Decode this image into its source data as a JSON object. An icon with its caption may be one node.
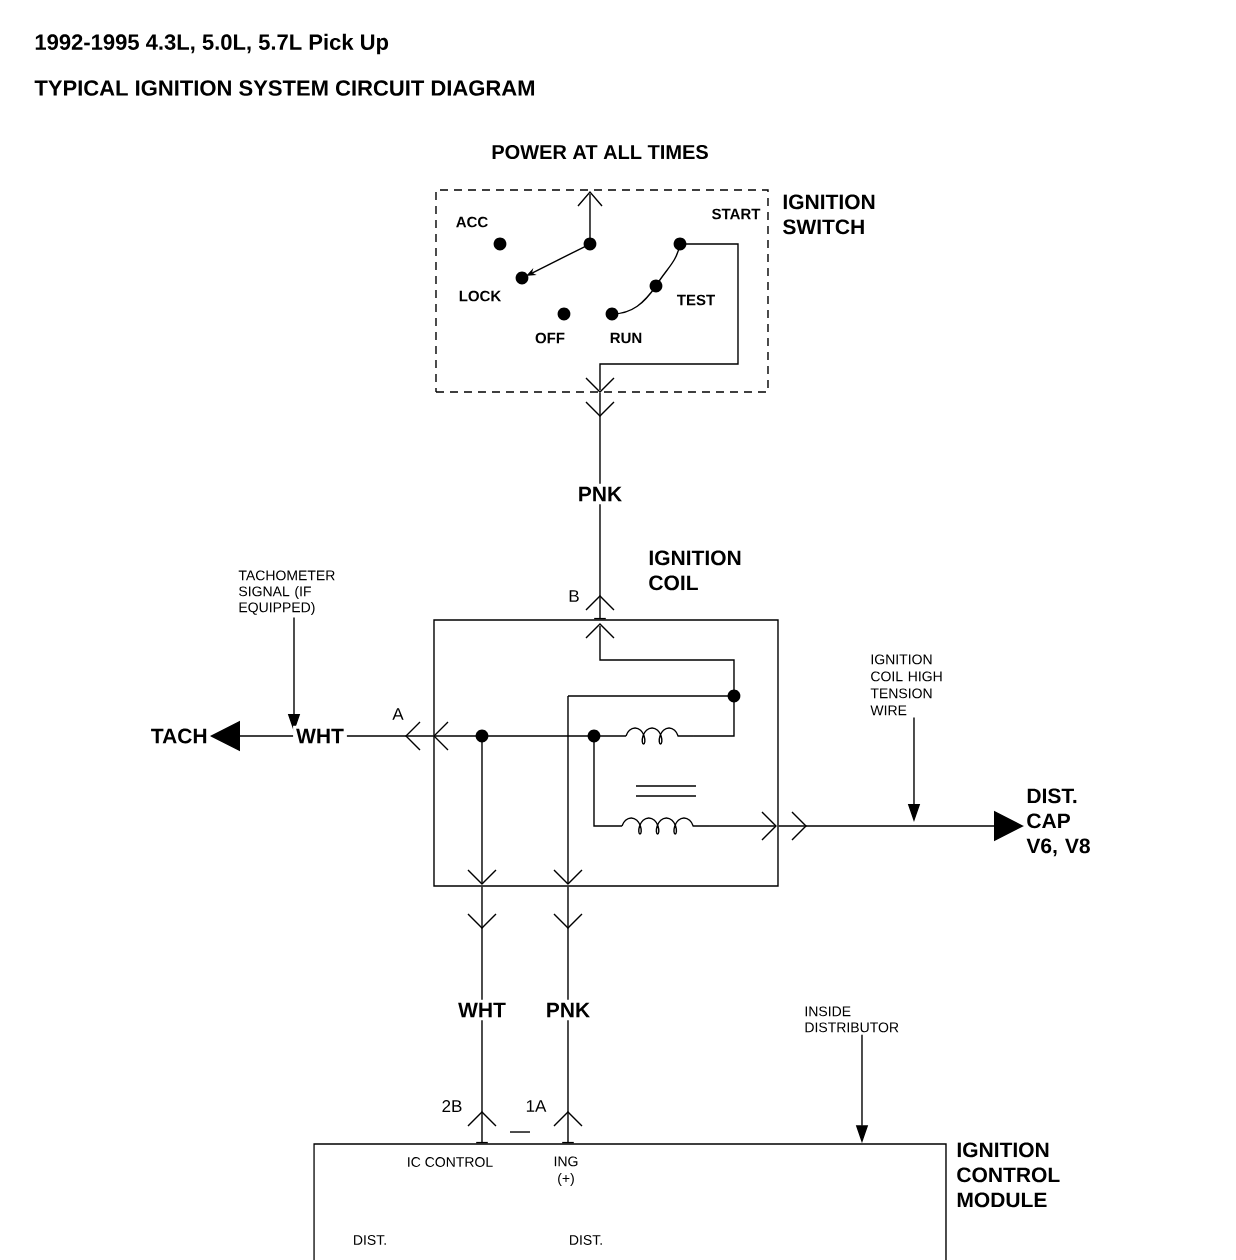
{
  "diagram": {
    "title": "1992-1995 4.3L, 5.0L, 5.7L Pick Up",
    "nodes": [
      {
        "text": [
          "IGNITION SWITCH"
        ]
      },
      {
        "text": [
          "IGNITION COIL"
        ]
      },
      {
        "text": [
          "IGNITION CONTROL MODULE"
        ]
      },
      {
        "text": [
          "TACH"
        ]
      },
      {
        "text": [
          "DIST. CAP V6, V8"
        ]
      },
      {
        "text": [
          "TACHOMETER SIGNAL (IF EQUIPPED)"
        ]
      },
      {
        "text": [
          "IGNITION COIL HIGH TENSION WIRE"
        ]
      },
      {
        "text": [
          "INSIDE DISTRIBUTOR"
        ]
      }
    ],
    "edges": [
      {
        "from": 0,
        "to": 1,
        "arrow": "other",
        "label": "PNK"
      },
      {
        "from": 5,
        "to": null,
        "arrow": "to"
      },
      {
        "from": 1,
        "to": 3,
        "arrow": "to",
        "label": "WHT"
      },
      {
        "from": 6,
        "to": null,
        "arrow": "to"
      },
      {
        "from": 1,
        "to": 4,
        "arrow": "to"
      },
      {
        "from": 1,
        "to": 2,
        "arrow": "other",
        "label": "WHT"
      },
      {
        "from": 1,
        "to": 2,
        "arrow": "other",
        "label": "PNK"
      },
      {
        "from": 7,
        "to": 2,
        "arrow": "to"
      }
    ],
    "labels": [
      "TYPICAL IGNITION SYSTEM CIRCUIT DIAGRAM",
      "POWER AT ALL TIMES",
      "ACC",
      "START",
      "LOCK",
      "TEST",
      "OFF",
      "RUN",
      "B",
      "A",
      "2B",
      "1A",
      "IC CONTROL",
      "ING (+)",
      "DIST.",
      "DIST."
    ]
  }
}
